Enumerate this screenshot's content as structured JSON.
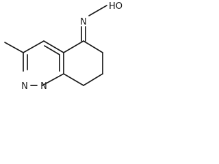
{
  "molecule": {
    "atom_labels": {
      "n2": "N",
      "n1": "N",
      "oxygen_h": "HO",
      "oxime_n": "N"
    },
    "bond_color": "#1a1a1a",
    "background": "#ffffff"
  }
}
